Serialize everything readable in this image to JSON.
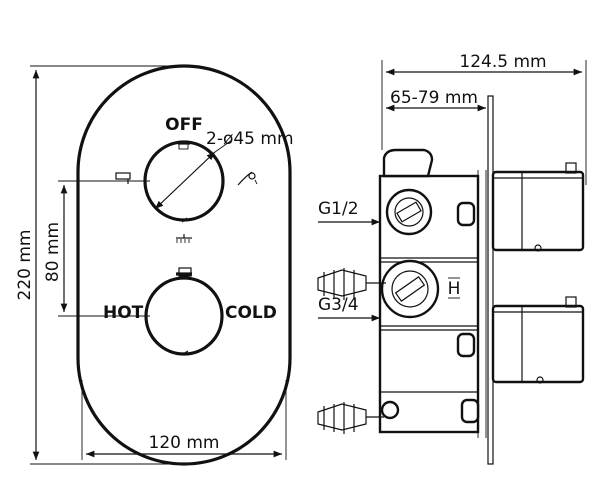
{
  "front_view": {
    "labels": {
      "off": "OFF",
      "hot": "HOT",
      "cold": "COLD",
      "knob_diameter": "2-ø45 mm"
    },
    "dimensions": {
      "height": "220 mm",
      "spacing": "80 mm",
      "width": "120 mm"
    },
    "icons": [
      "tap-spout-icon",
      "hand-shower-icon",
      "rain-shower-icon"
    ]
  },
  "side_view": {
    "dimensions": {
      "total_depth": "124.5 mm",
      "mount_depth": "65-79 mm"
    },
    "connections": {
      "upper": "G1/2",
      "lower": "G3/4"
    },
    "valve_mark": "H"
  },
  "colors": {
    "line": "#111111",
    "background": "#ffffff"
  }
}
